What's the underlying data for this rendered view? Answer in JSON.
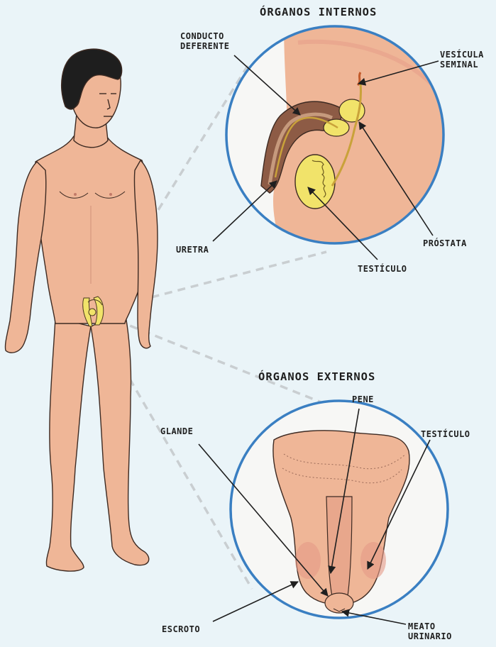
{
  "internal": {
    "title": "ÓRGANOS INTERNOS",
    "labels": {
      "conducto_deferente": "CONDUCTO\nDEFERENTE",
      "vesicula_seminal": "VESÍCULA\nSEMINAL",
      "uretra": "URETRA",
      "prostata": "PRÓSTATA",
      "testiculo": "TESTÍCULO"
    }
  },
  "external": {
    "title": "ÓRGANOS EXTERNOS",
    "labels": {
      "pene": "PENE",
      "glande": "GLANDE",
      "testiculo": "TESTÍCULO",
      "escroto": "ESCROTO",
      "meato_urinario": "MEATO\nURINARIO"
    }
  },
  "colors": {
    "background": "#eaf4f8",
    "circle_border": "#3a7fc2",
    "skin": "#efb697",
    "skin_shadow": "#e59a87",
    "gland_yellow": "#f1e36a",
    "hair": "#1e1e1e",
    "dashed_lines": "#c9ced1"
  }
}
